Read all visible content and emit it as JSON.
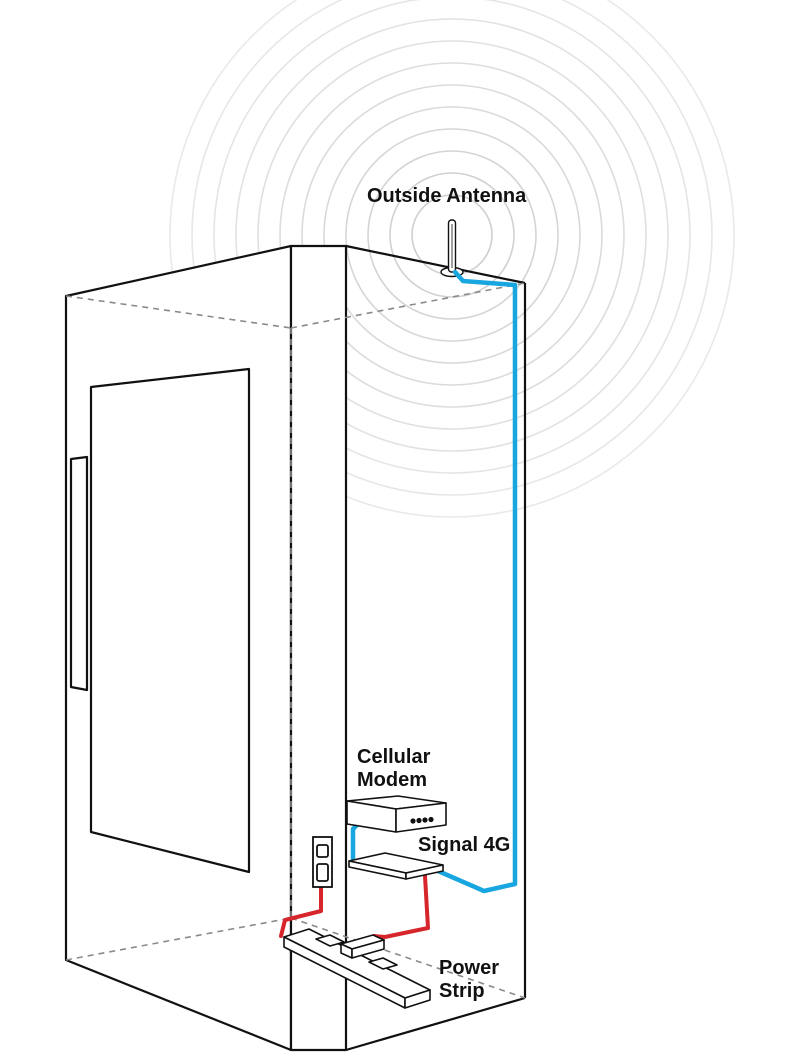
{
  "labels": {
    "antenna": "Outside Antenna",
    "modem_line1": "Cellular",
    "modem_line2": "Modem",
    "booster": "Signal 4G",
    "strip_line1": "Power",
    "strip_line2": "Strip"
  },
  "colors": {
    "signal_cable": "#18a6e0",
    "power_cable": "#d7262b",
    "outline": "#111111",
    "hidden_edges": "#8a8a8a",
    "signal_rings": "#cfcfcf"
  },
  "icons": [
    "antenna-icon",
    "cellular-modem-icon",
    "signal-booster-icon",
    "power-strip-icon",
    "wall-outlet-icon"
  ]
}
